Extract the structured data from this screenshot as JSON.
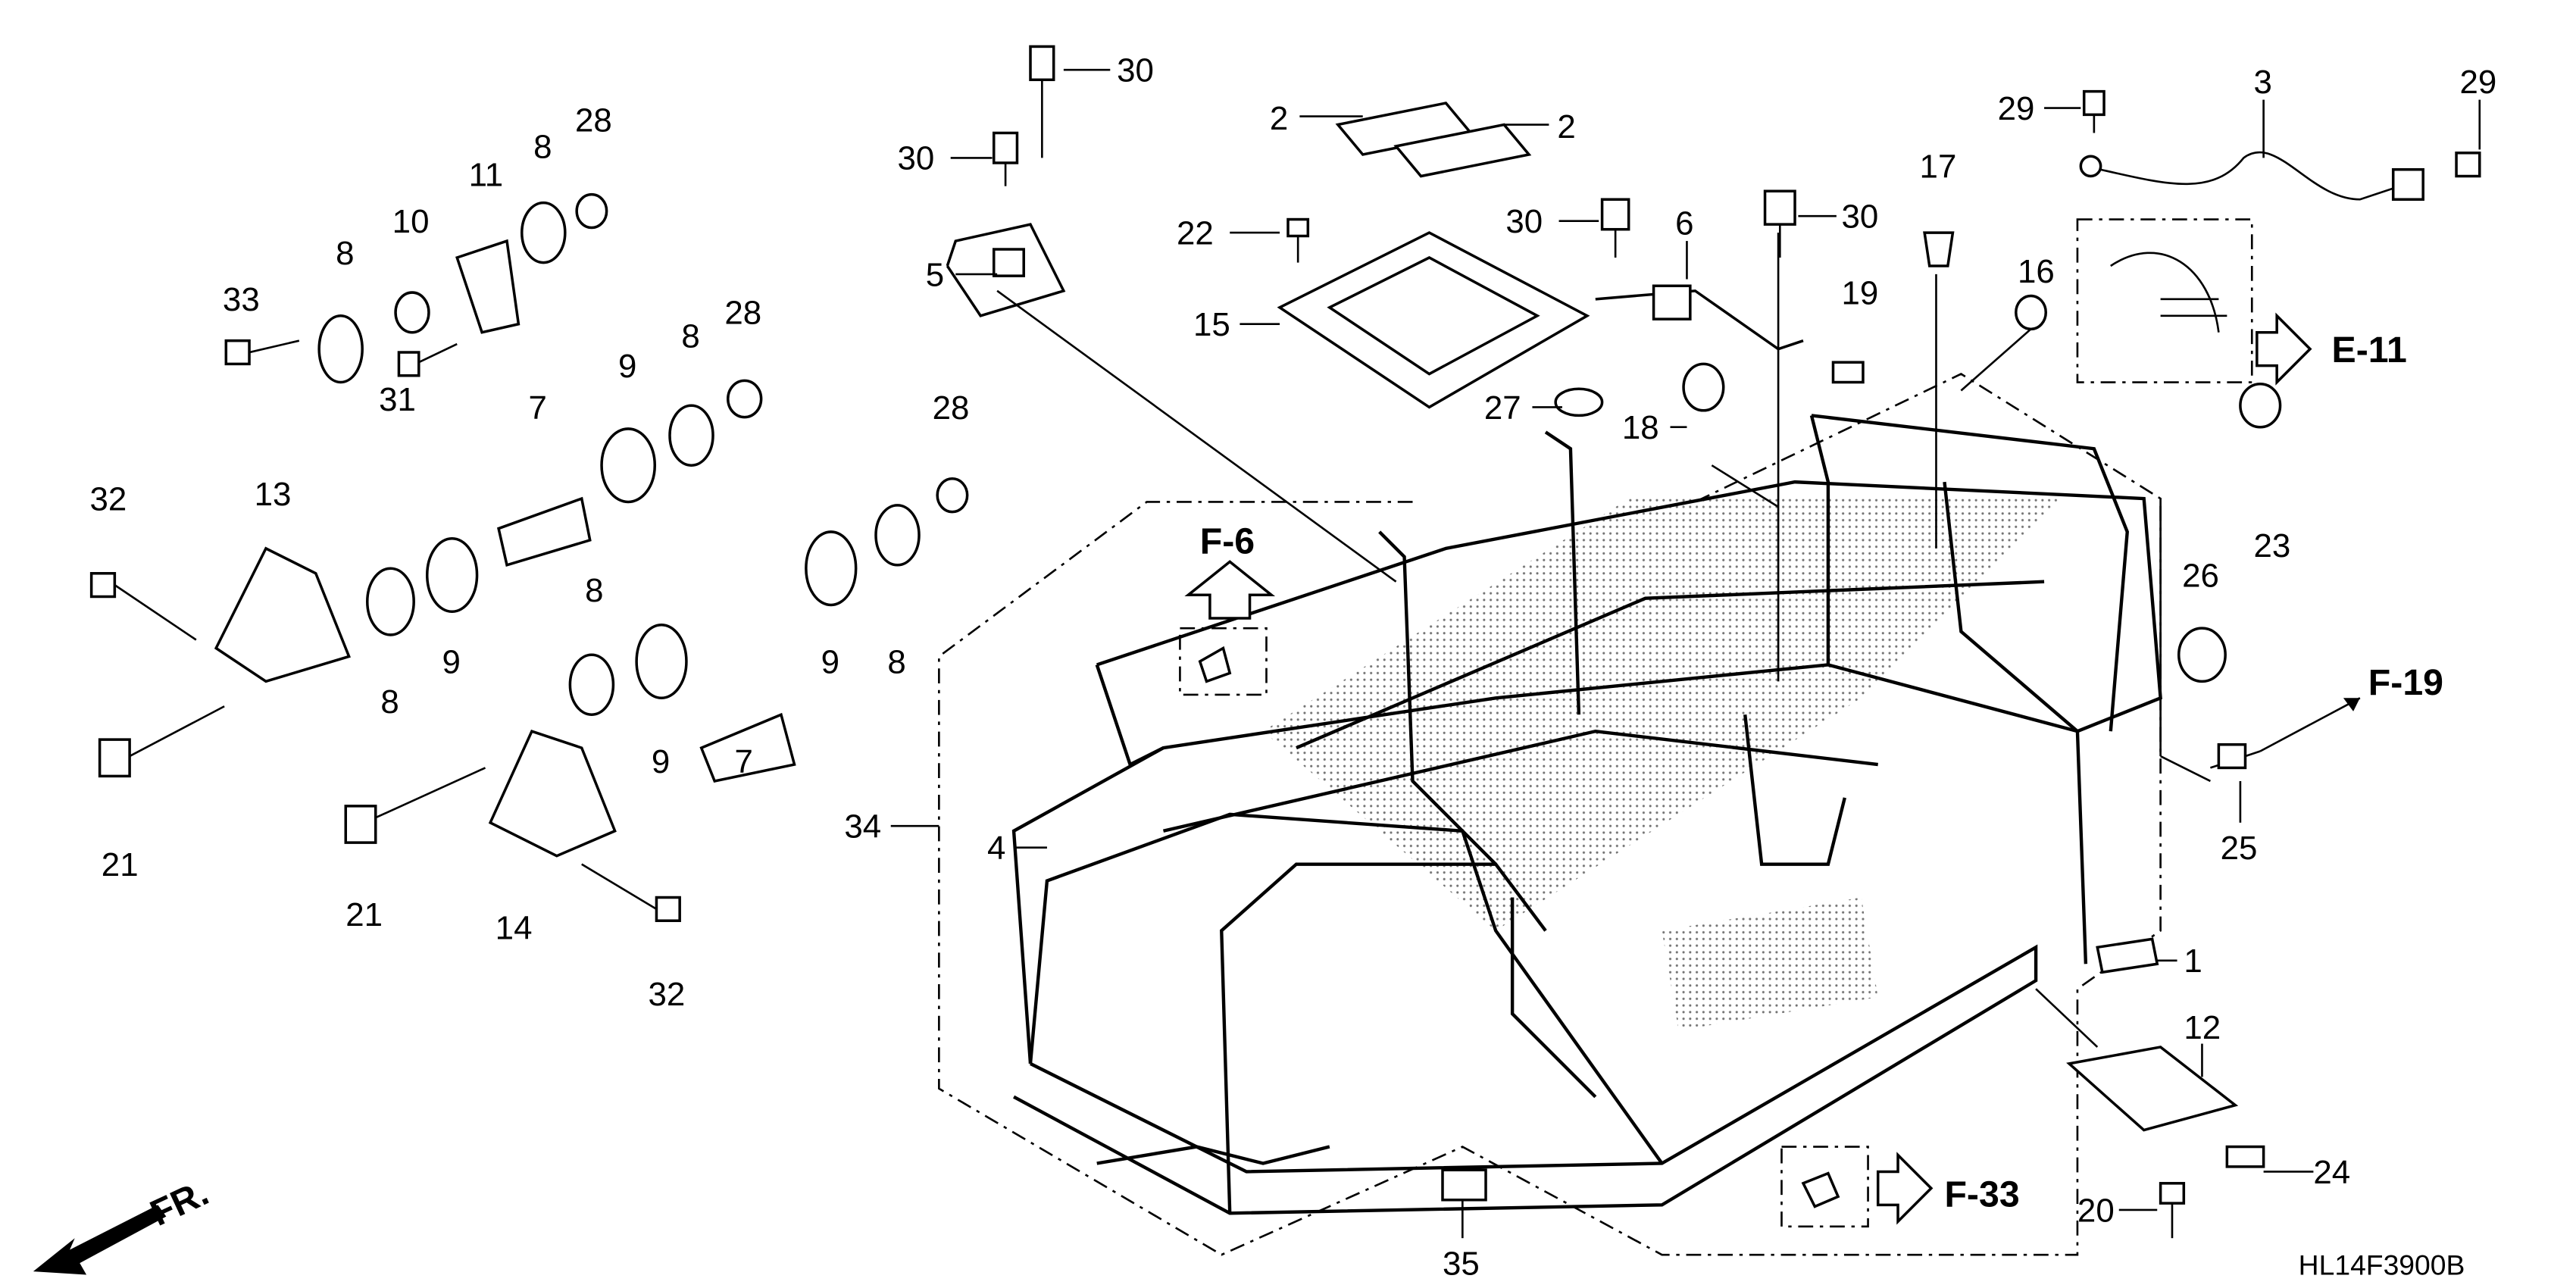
{
  "diagram": {
    "code": "HL14F3900B",
    "front_marker": "FR.",
    "references": {
      "f6": "F-6",
      "e11": "E-11",
      "f19": "F-19",
      "f33": "F-33"
    },
    "callouts": [
      "30",
      "30",
      "2",
      "2",
      "22",
      "30",
      "6",
      "30",
      "15",
      "3",
      "29",
      "29",
      "17",
      "16",
      "19",
      "27",
      "18",
      "5",
      "23",
      "26",
      "25",
      "34",
      "4",
      "1",
      "12",
      "24",
      "20",
      "35",
      "33",
      "8",
      "10",
      "11",
      "8",
      "28",
      "31",
      "7",
      "9",
      "8",
      "28",
      "28",
      "32",
      "13",
      "8",
      "9",
      "8",
      "9",
      "7",
      "9",
      "8",
      "21",
      "21",
      "14",
      "32"
    ]
  }
}
